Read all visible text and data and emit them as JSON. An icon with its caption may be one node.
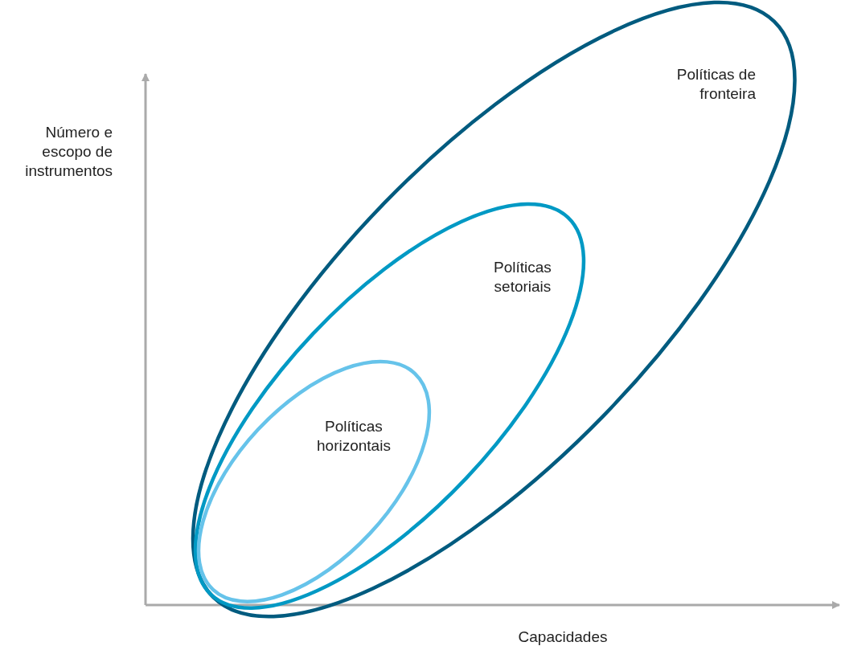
{
  "diagram": {
    "nodes": [
      {
        "text": [
          "Políticas de fronteira"
        ]
      },
      {
        "text": [
          "Políticas setoriais"
        ],
        "in": 0
      },
      {
        "text": [
          "Políticas horizontais"
        ],
        "in": 1
      }
    ],
    "labels": [
      "Número e escopo de instrumentos",
      "Capacidades"
    ]
  }
}
